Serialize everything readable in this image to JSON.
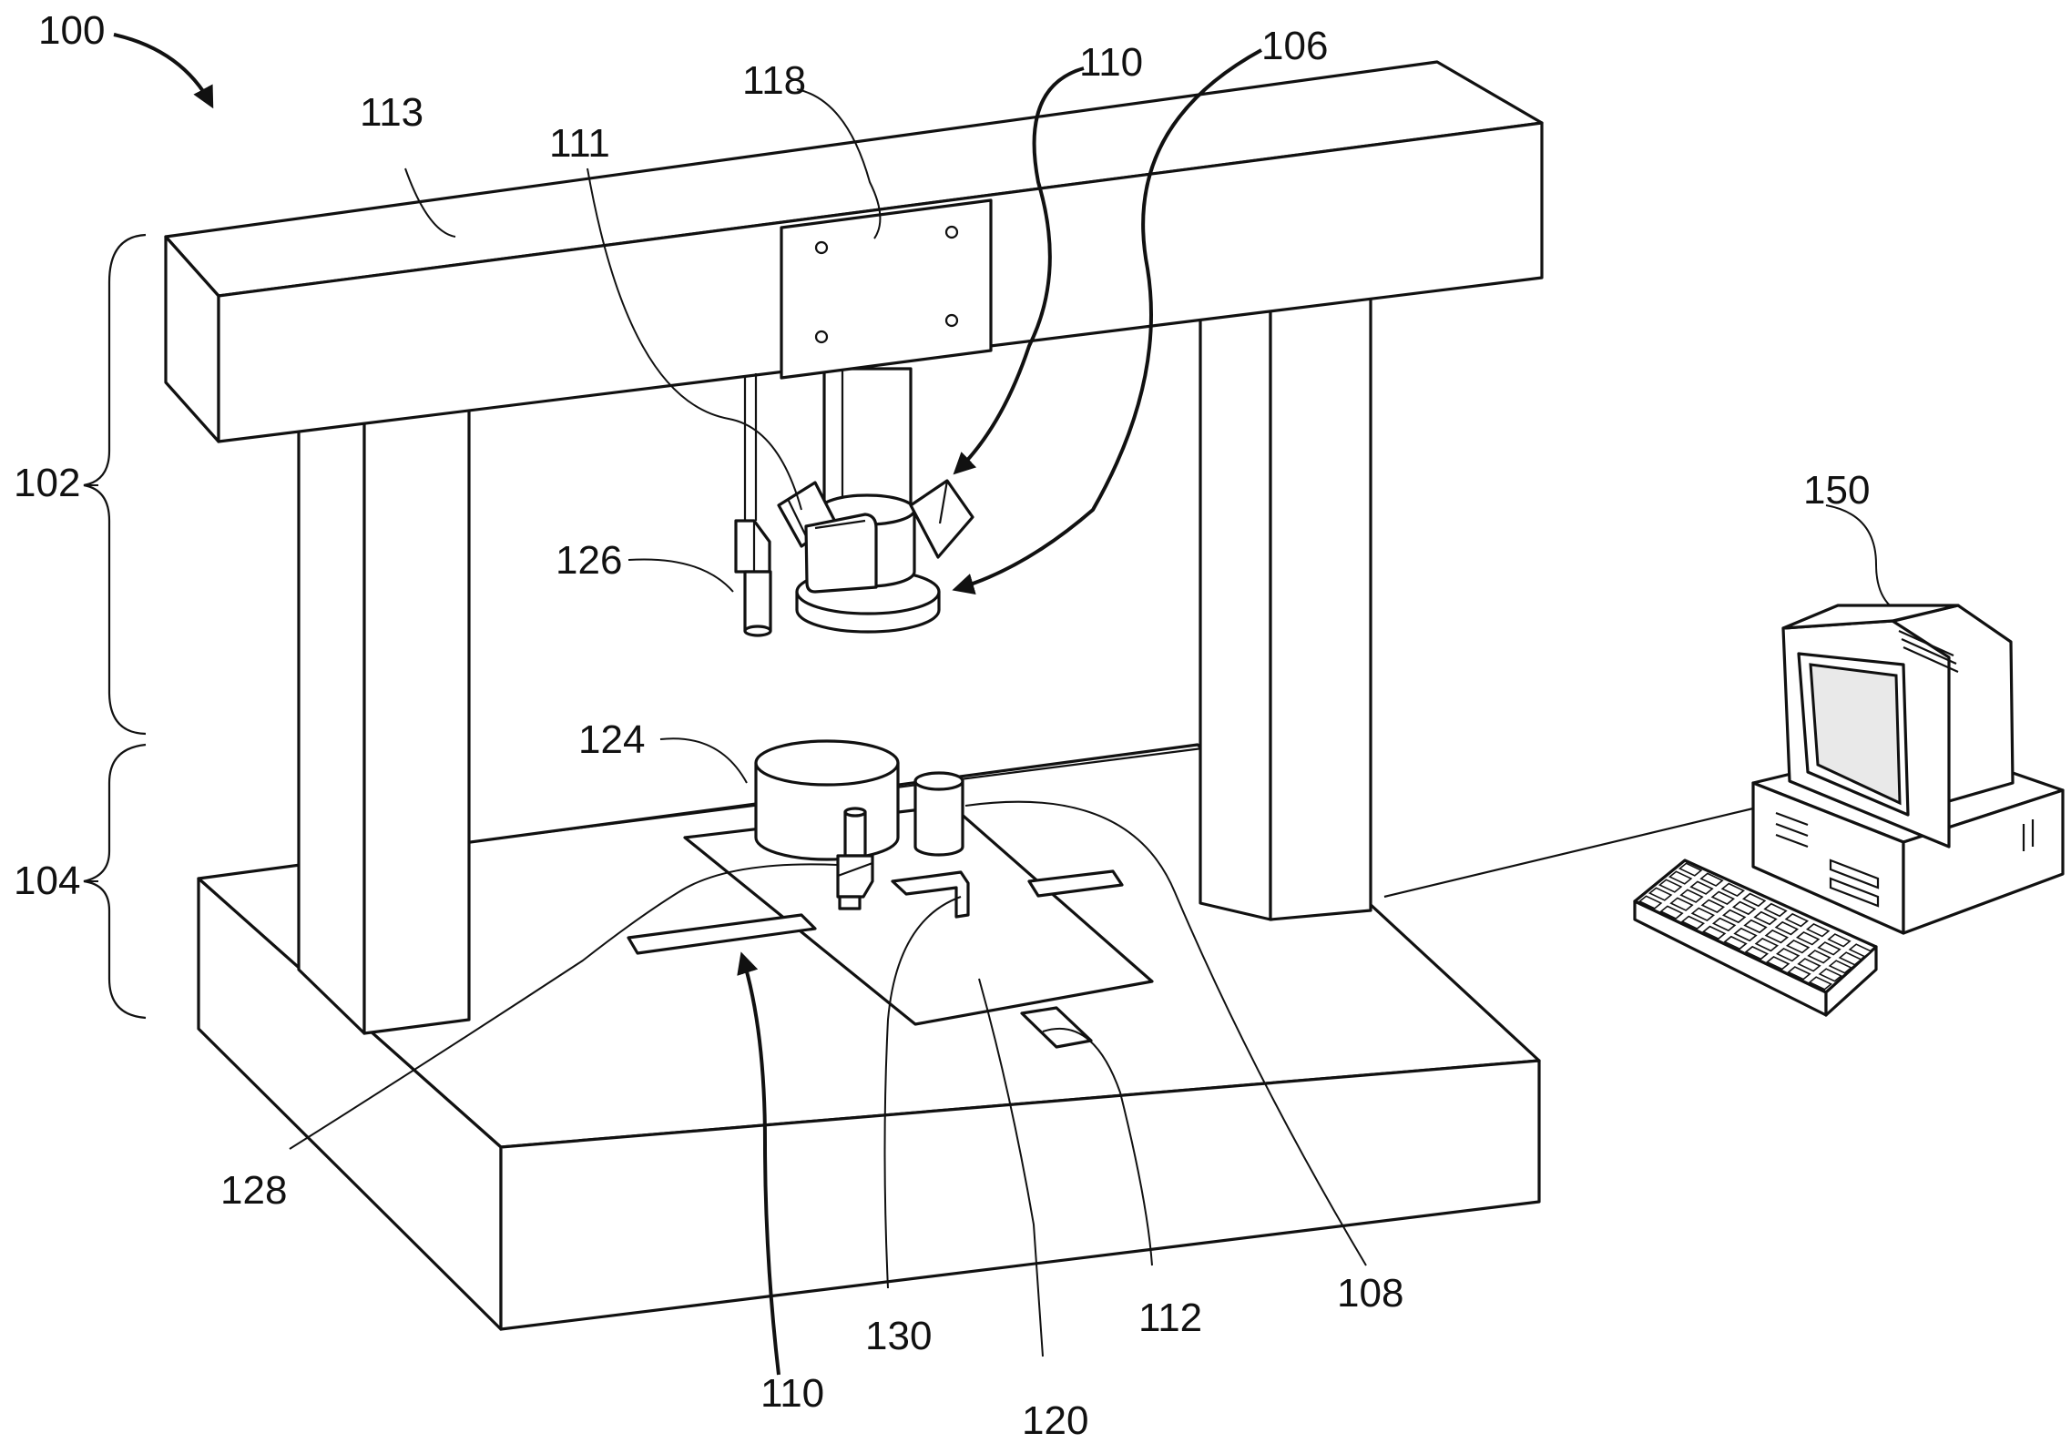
{
  "labels": {
    "system": "100",
    "upper_assembly": "102",
    "lower_assembly": "104",
    "sensor_head": "106",
    "reference_artifact": "108",
    "sensor_upper": "110",
    "sensor_lower": "110",
    "upper_sensor_mount": "111",
    "stage_rail": "112",
    "gantry_beam": "113",
    "carriage_plate": "118",
    "stage_table": "120",
    "cylinder_object": "124",
    "probe_upper": "126",
    "probe_lower": "128",
    "bracket": "130",
    "computer": "150"
  }
}
